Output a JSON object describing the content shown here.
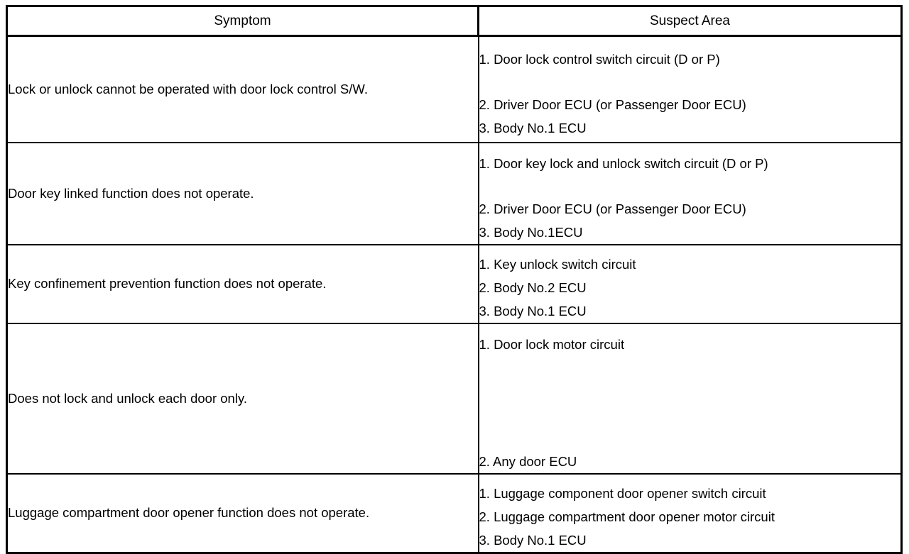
{
  "table": {
    "headers": {
      "symptom": "Symptom",
      "suspect_area": "Suspect Area"
    },
    "rows": [
      {
        "symptom": "Lock or unlock cannot be operated with door lock control S/W.",
        "suspect_area": [
          "1. Door lock control switch circuit (D or P)",
          "2. Driver Door ECU (or Passenger Door ECU)",
          "3. Body No.1 ECU"
        ]
      },
      {
        "symptom": "Door key linked function does not operate.",
        "suspect_area": [
          "1. Door key lock and unlock switch circuit (D or P)",
          "2. Driver Door ECU (or Passenger Door ECU)",
          "3. Body No.1ECU"
        ]
      },
      {
        "symptom": "Key confinement prevention function does not operate.",
        "suspect_area": [
          "1. Key unlock switch circuit",
          "2. Body No.2 ECU",
          "3. Body No.1 ECU"
        ]
      },
      {
        "symptom": "Does not lock and unlock each door only.",
        "suspect_area": [
          "1. Door lock motor circuit",
          "2. Any door ECU"
        ]
      },
      {
        "symptom": "Luggage compartment door opener function does not operate.",
        "suspect_area": [
          "1. Luggage component door opener switch circuit",
          "2. Luggage compartment door opener motor circuit",
          "3. Body No.1 ECU"
        ]
      }
    ]
  },
  "colors": {
    "border": "#000000",
    "text": "#000000",
    "background": "#ffffff"
  }
}
